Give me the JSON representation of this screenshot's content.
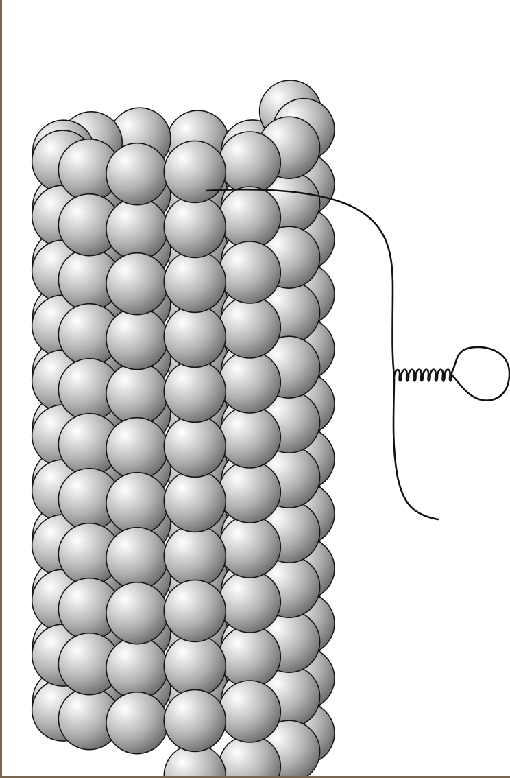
{
  "figure": {
    "kind": "helical-bead-filament-with-strand",
    "colors": {
      "background": "#ffffff",
      "frame": "#7a6553",
      "bead_highlight": "#ffffff",
      "bead_mid": "#bcbcbc",
      "bead_shadow": "#6e6e6e",
      "bead_outline": "#141414",
      "strand": "#111111"
    },
    "icons": [
      "sphere-bead",
      "helical-turn",
      "dna-strand",
      "strand-loop"
    ]
  }
}
